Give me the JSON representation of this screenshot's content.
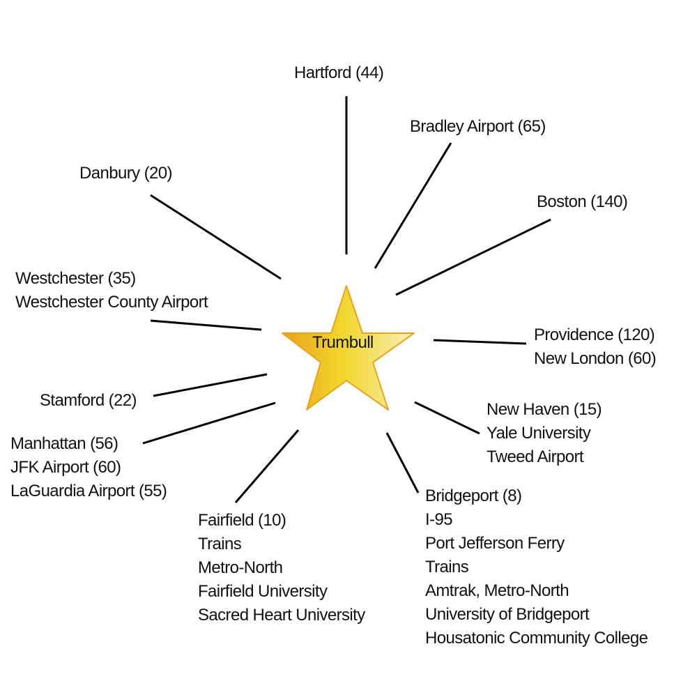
{
  "center": {
    "label": "Trumbull"
  },
  "destinations": {
    "hartford": [
      "Hartford (44)"
    ],
    "bradley": [
      "Bradley Airport (65)"
    ],
    "boston": [
      "Boston (140)"
    ],
    "danbury": [
      "Danbury (20)"
    ],
    "westchester": [
      "Westchester (35)",
      "Westchester County Airport"
    ],
    "providence": [
      "Providence (120)",
      "New London (60)"
    ],
    "stamford": [
      "Stamford (22)"
    ],
    "newhaven": [
      "New Haven (15)",
      "Yale University",
      "Tweed Airport"
    ],
    "manhattan": [
      "Manhattan (56)",
      "JFK Airport (60)",
      "LaGuardia  Airport (55)"
    ],
    "fairfield": [
      "Fairfield (10)",
      "Trains",
      "Metro-North",
      "Fairfield University",
      "Sacred Heart University"
    ],
    "bridgeport": [
      "Bridgeport (8)",
      "I-95",
      "Port Jefferson Ferry",
      "Trains",
      "Amtrak, Metro-North",
      "University of Bridgeport",
      "Housatonic Community College"
    ]
  },
  "colors": {
    "star_light": "#f8f0b8",
    "star_mid": "#f2d62a",
    "star_dark": "#e9a21e",
    "line": "#000000"
  }
}
